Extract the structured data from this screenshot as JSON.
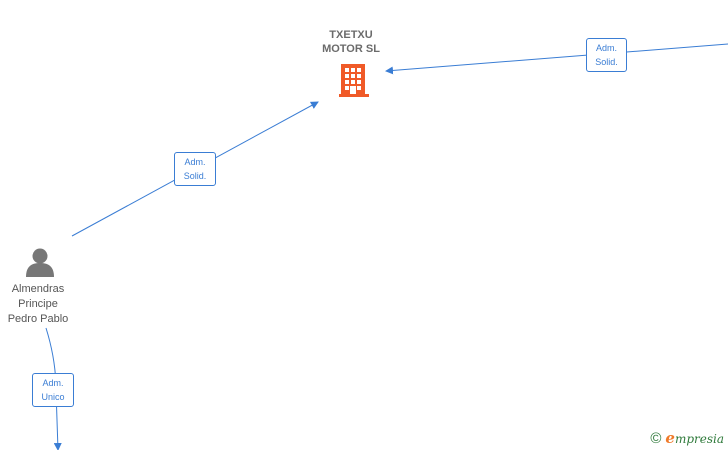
{
  "company": {
    "name_line1": "TXETXU",
    "name_line2": "MOTOR  SL",
    "icon": "building-icon",
    "color": "#f05a28"
  },
  "person": {
    "name_line1": "Almendras",
    "name_line2": "Principe",
    "name_line3": "Pedro Pablo",
    "icon": "person-icon"
  },
  "edges": [
    {
      "label_line1": "Adm.",
      "label_line2": "Solid."
    },
    {
      "label_line1": "Adm.",
      "label_line2": "Solid."
    },
    {
      "label_line1": "Adm.",
      "label_line2": "Unico"
    }
  ],
  "footer": {
    "copyright_symbol": "©",
    "brand_initial": "e",
    "brand_rest": "mpresia"
  },
  "colors": {
    "edge": "#3a7dd4",
    "label_text": "#3a7dd4",
    "node_text": "#6b6b6b",
    "person_icon": "#777777"
  }
}
